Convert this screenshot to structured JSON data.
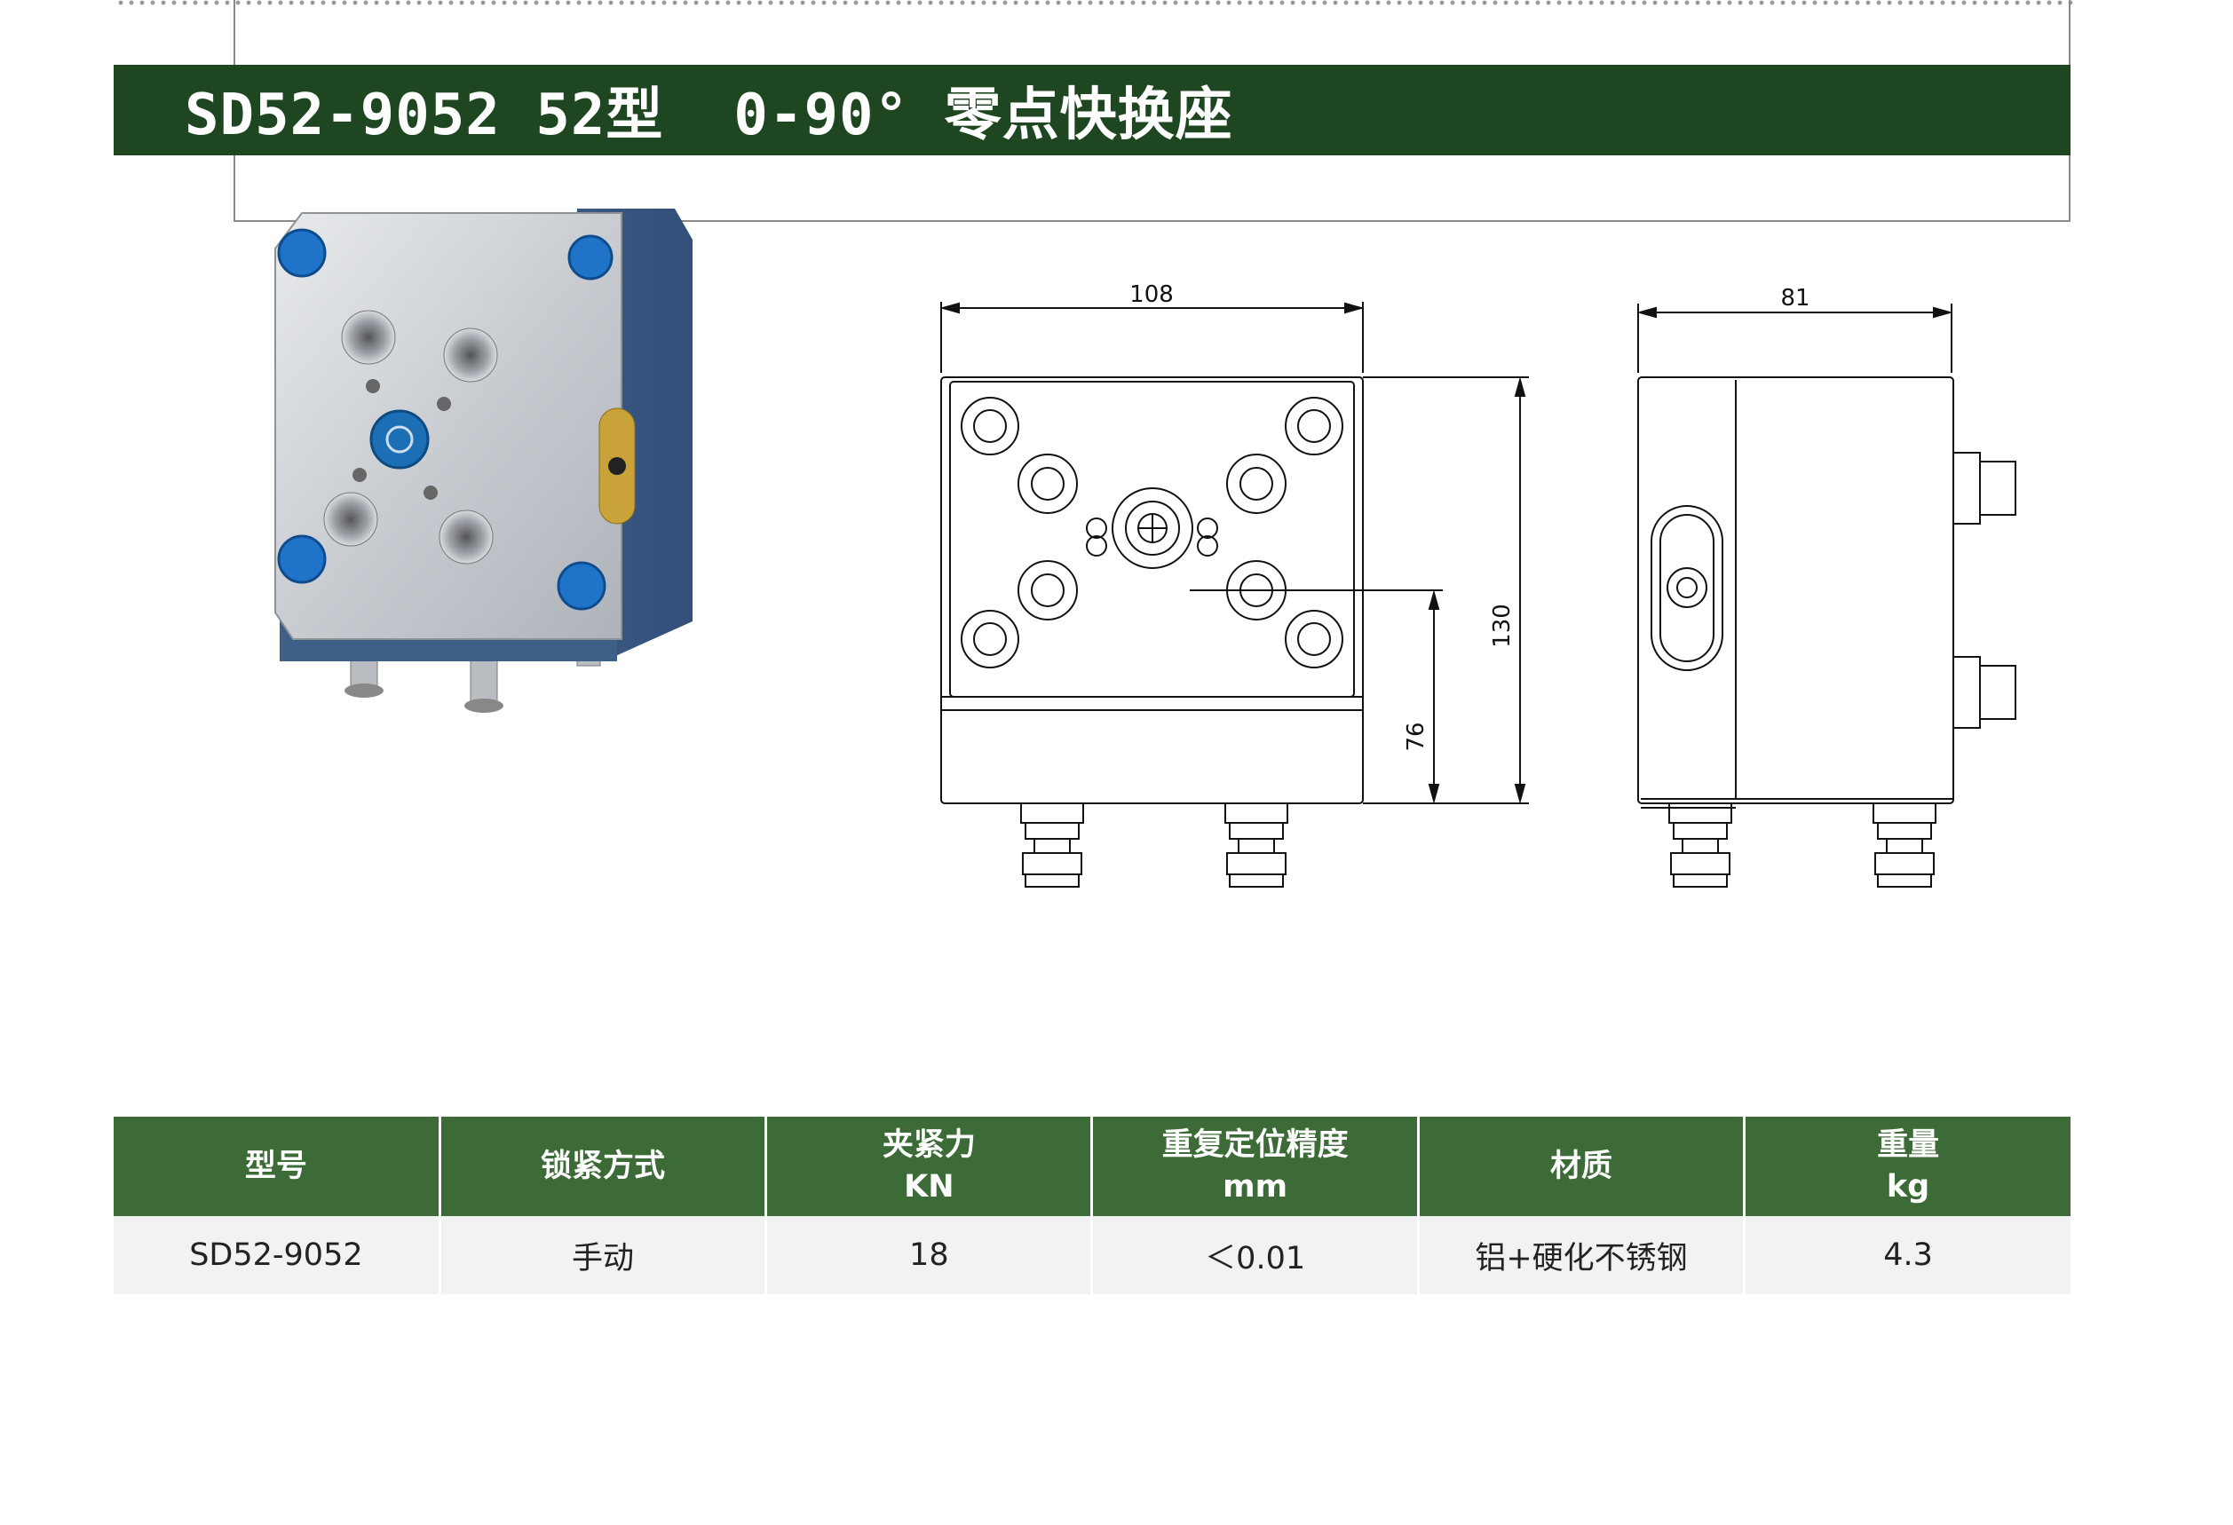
{
  "title": "SD52-9052 52型  0-90° 零点快换座",
  "drawing": {
    "dim_width_front": "108",
    "dim_width_side": "81",
    "dim_height": "130",
    "dim_center_height": "76"
  },
  "spec_table": {
    "headers": [
      {
        "line1": "型号",
        "line2": ""
      },
      {
        "line1": "锁紧方式",
        "line2": ""
      },
      {
        "line1": "夹紧力",
        "line2": "KN"
      },
      {
        "line1": "重复定位精度",
        "line2": "mm"
      },
      {
        "line1": "材质",
        "line2": ""
      },
      {
        "line1": "重量",
        "line2": "kg"
      }
    ],
    "row": [
      "SD52-9052",
      "手动",
      "18",
      "＜0.01",
      "铝+硬化不锈钢",
      "4.3"
    ]
  },
  "colors": {
    "title_bar": "#1e4620",
    "table_header": "#3d6b37",
    "table_row": "#f2f2f2",
    "product_body": "#3e5f86",
    "product_plate": "#cfd3d8",
    "accent_blue": "#1f74c9",
    "accent_gold": "#c9a23a"
  }
}
